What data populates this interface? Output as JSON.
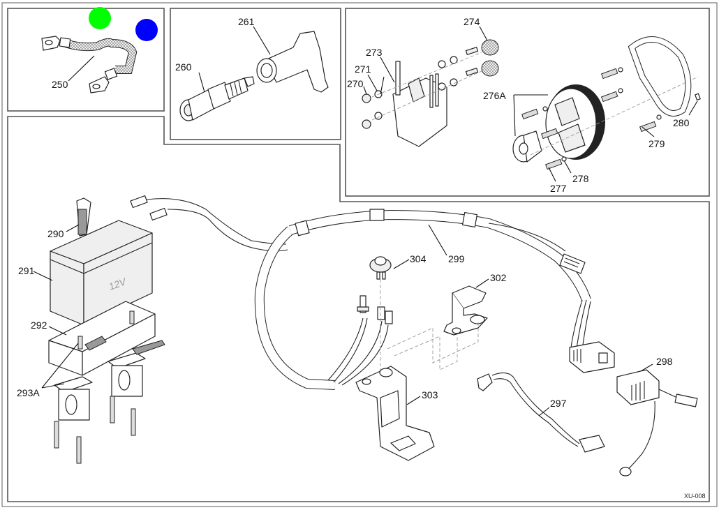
{
  "diagram": {
    "code": "XU-008",
    "markers": [
      {
        "name": "green-dot",
        "color": "#00ff00"
      },
      {
        "name": "blue-dot",
        "color": "#0000ff"
      }
    ],
    "panels": [
      {
        "id": "ground-strap",
        "parts": [
          "250"
        ]
      },
      {
        "id": "spark-plug",
        "parts": [
          "260",
          "261"
        ]
      },
      {
        "id": "ignition",
        "parts": [
          "270",
          "271",
          "273",
          "274",
          "276A",
          "277",
          "278",
          "279",
          "280"
        ]
      },
      {
        "id": "battery-harness",
        "parts": [
          "290",
          "291",
          "292",
          "293A",
          "297",
          "298",
          "299",
          "302",
          "303",
          "304"
        ]
      }
    ],
    "labels": {
      "p250": "250",
      "p260": "260",
      "p261": "261",
      "p270": "270",
      "p271": "271",
      "p273": "273",
      "p274": "274",
      "p276a": "276A",
      "p277": "277",
      "p278": "278",
      "p279": "279",
      "p280": "280",
      "p290": "290",
      "p291": "291",
      "p292": "292",
      "p293a": "293A",
      "p297": "297",
      "p298": "298",
      "p299": "299",
      "p302": "302",
      "p303": "303",
      "p304": "304"
    },
    "battery_text": "12V"
  }
}
